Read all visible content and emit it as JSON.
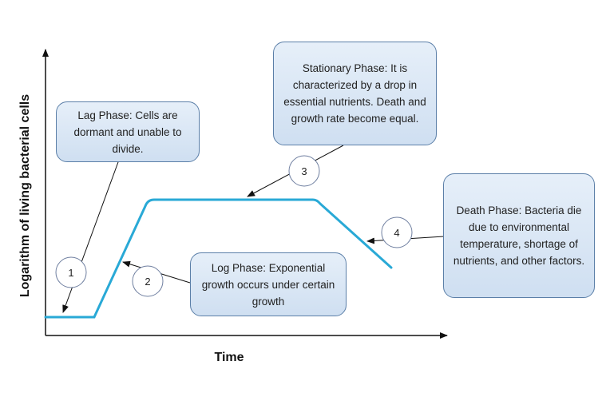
{
  "diagram": {
    "x_axis_label": "Time",
    "y_axis_label": "Logarithm of living bacterial cells",
    "curve_color": "#29a9d6",
    "phases": [
      {
        "number": "1",
        "text": "Lag Phase: Cells are dormant and unable to divide."
      },
      {
        "number": "2",
        "text": "Log Phase: Exponential growth occurs under certain growth"
      },
      {
        "number": "3",
        "text": "Stationary Phase: It is characterized by a drop in essential nutrients. Death and growth rate become equal."
      },
      {
        "number": "4",
        "text": "Death Phase: Bacteria die due to environmental temperature, shortage of nutrients, and other factors."
      }
    ]
  }
}
